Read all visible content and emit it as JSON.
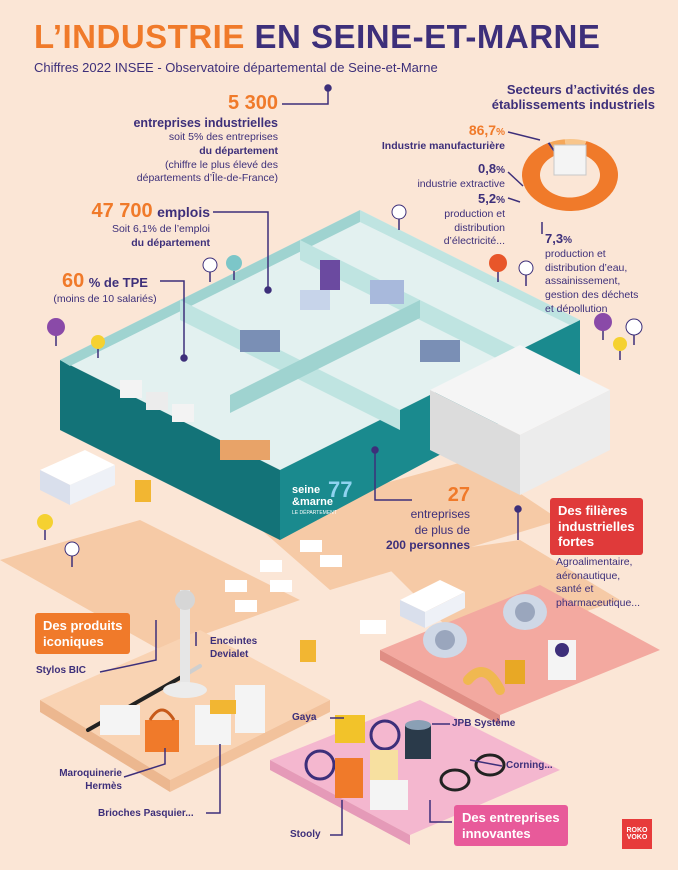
{
  "header": {
    "title_part1": "L’INDUSTRIE",
    "title_part2": "EN SEINE-ET-MARNE",
    "subtitle": "Chiffres 2022 INSEE - Observatoire départemental de Seine-et-Marne"
  },
  "stats": {
    "companies": {
      "number": "5 300",
      "line1": "entreprises industrielles",
      "line2": "soit 5% des entreprises",
      "line3": "du département",
      "line4": "(chiffre le plus élevé des",
      "line5": "départements d’Île-de-France)"
    },
    "jobs": {
      "number": "47 700",
      "unit": "emplois",
      "line2": "Soit 6,1% de l’emploi",
      "line3": "du département"
    },
    "tpe": {
      "number": "60",
      "unit": "% de TPE",
      "line2": "(moins de 10 salariés)"
    },
    "large": {
      "number": "27",
      "line1": "entreprises",
      "line2": "de plus de",
      "line3": "200 personnes"
    }
  },
  "sectors": {
    "title_line1": "Secteurs d’activités des",
    "title_line2": "établissements industriels",
    "items": [
      {
        "pct": "86,7",
        "unit": "%",
        "label": "Industrie manufacturière",
        "value": 86.7,
        "color": "#f07a2a"
      },
      {
        "pct": "0,8",
        "unit": "%",
        "label": "industrie extractive",
        "value": 0.8,
        "color": "#3d2f7a"
      },
      {
        "pct": "5,2",
        "unit": "%",
        "label_lines": [
          "production et",
          "distribution",
          "d’électricité..."
        ],
        "value": 5.2,
        "color": "#f5a85a"
      },
      {
        "pct": "7,3",
        "unit": "%",
        "label_lines": [
          "production et",
          "distribution d’eau,",
          "assainissement,",
          "gestion des déchets",
          "et dépollution"
        ],
        "value": 7.3,
        "color": "#f8c68c"
      }
    ]
  },
  "filieres": {
    "title_lines": [
      "Des filières",
      "industrielles",
      "fortes"
    ],
    "text_lines": [
      "Agroalimentaire,",
      "aéronautique,",
      "santé et",
      "pharmaceutique..."
    ],
    "color": "#e03a3a"
  },
  "produits": {
    "title_lines": [
      "Des produits",
      "iconiques"
    ],
    "color": "#f07a2a",
    "items": [
      "Stylos BIC",
      "Enceintes",
      "Devialet",
      "Maroquinerie",
      "Hermès",
      "Brioches Pasquier..."
    ]
  },
  "innovantes": {
    "title_lines": [
      "Des entreprises",
      "innovantes"
    ],
    "color": "#e85a9a",
    "items": [
      "Gaya",
      "JPB Système",
      "Corning...",
      "Stooly"
    ]
  },
  "building_sign": {
    "line1": "seine",
    "line2": "&marne",
    "number": "77",
    "line3": "LE DÉPARTEMENT"
  },
  "logo": {
    "line1": "ROKO",
    "line2": "VOKO"
  }
}
